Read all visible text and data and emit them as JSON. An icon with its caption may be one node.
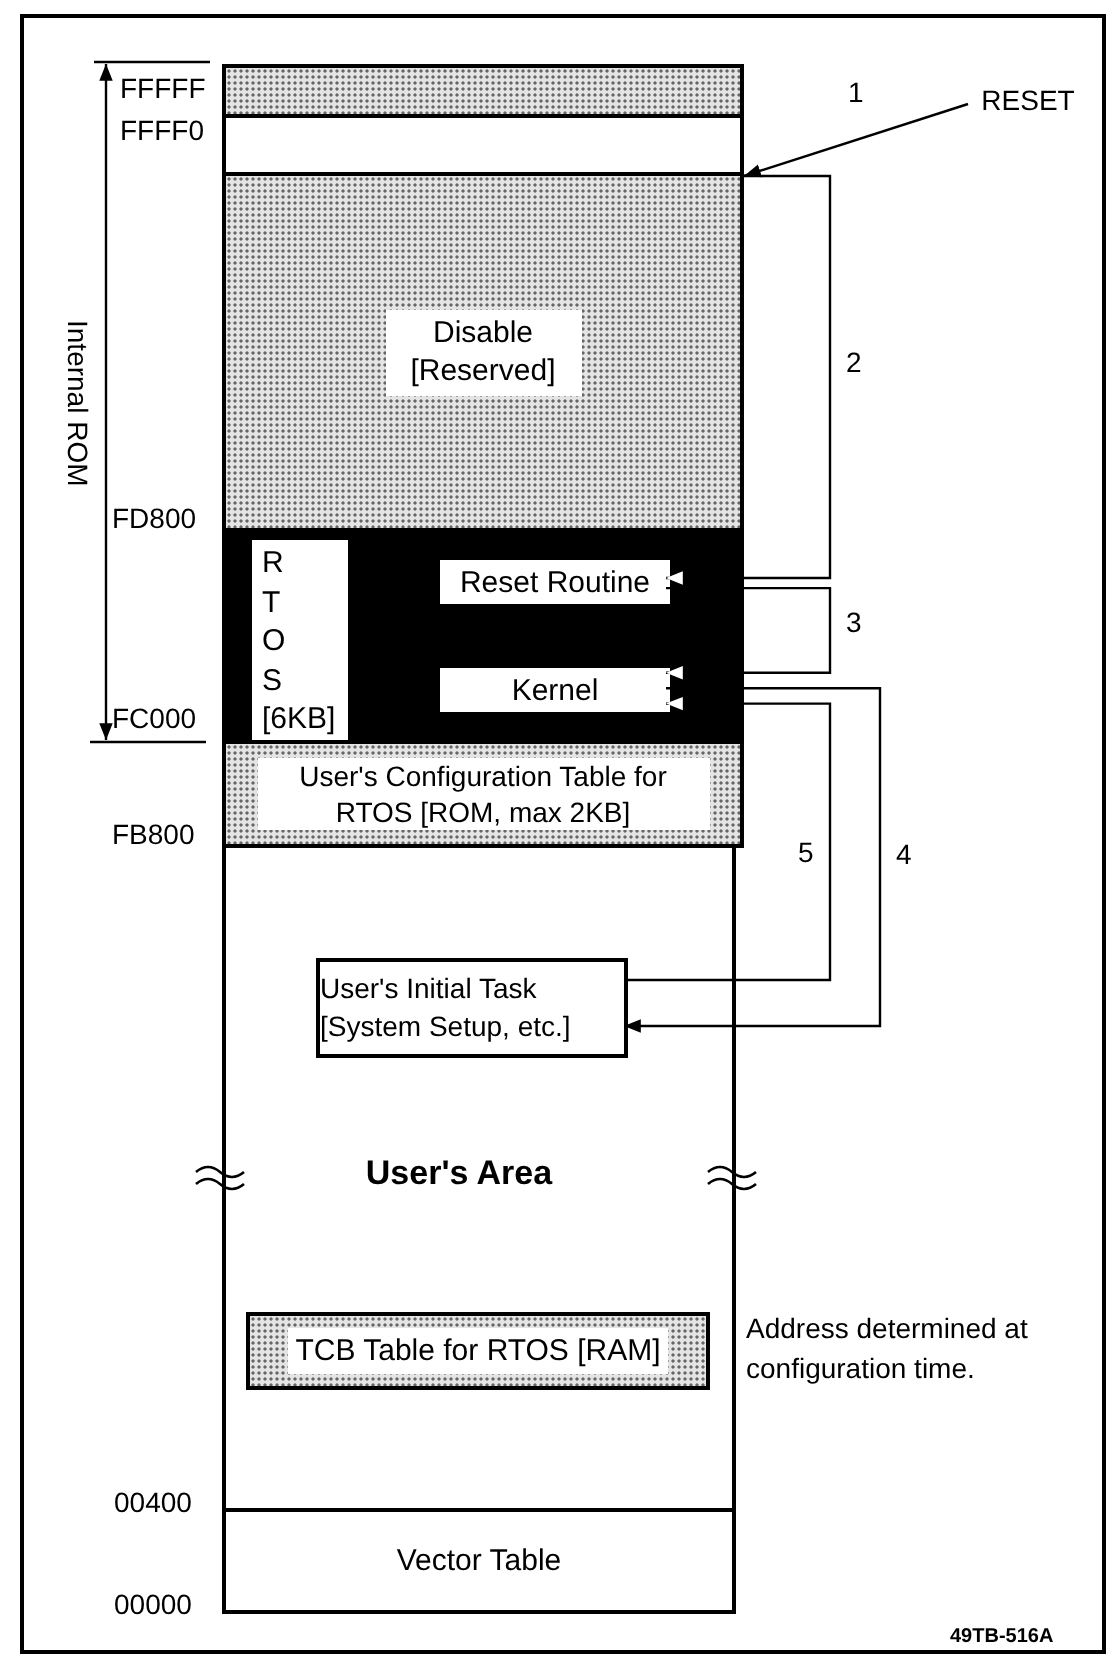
{
  "diagram": {
    "nodes": [
      {
        "text": [],
        "shape": "box"
      },
      {
        "text": [],
        "shape": "box"
      },
      {
        "text": [
          "Disable [Reserved]"
        ]
      },
      {
        "text": [],
        "shape": "box"
      },
      {
        "text": [
          "R T O S [6KB]"
        ],
        "in": 3
      },
      {
        "text": [
          "Reset Routine"
        ],
        "in": 3
      },
      {
        "text": [
          "Kernel"
        ],
        "in": 3
      },
      {
        "text": [
          "User's Configuration Table for RTOS [ROM, max 2KB]"
        ]
      },
      {
        "text": [
          "User's Area"
        ]
      },
      {
        "text": [
          "User's Initial Task [System Setup, etc.]"
        ],
        "in": 8
      },
      {
        "text": [
          "TCB Table for RTOS [RAM]"
        ],
        "in": 8,
        "beside": [
          "Address determined at configuration time."
        ]
      },
      {
        "text": [
          "Vector Table"
        ]
      },
      {
        "text": [
          "RESET"
        ]
      }
    ],
    "edges": [
      {
        "from": 12,
        "to": 1,
        "arrow": "to",
        "label": "1"
      },
      {
        "from": 1,
        "to": 5,
        "arrow": "to",
        "label": "2"
      },
      {
        "from": 5,
        "to": 6,
        "arrow": "to",
        "label": "3"
      },
      {
        "from": 6,
        "to": 9,
        "arrow": "to",
        "label": "4"
      },
      {
        "from": 9,
        "to": 6,
        "arrow": "to",
        "label": "5"
      }
    ],
    "labels": [
      "FFFFF",
      "FFFF0",
      "Internal ROM",
      "FD800",
      "FC000",
      "FB800",
      "00400",
      "00000",
      "49TB-516A"
    ]
  }
}
